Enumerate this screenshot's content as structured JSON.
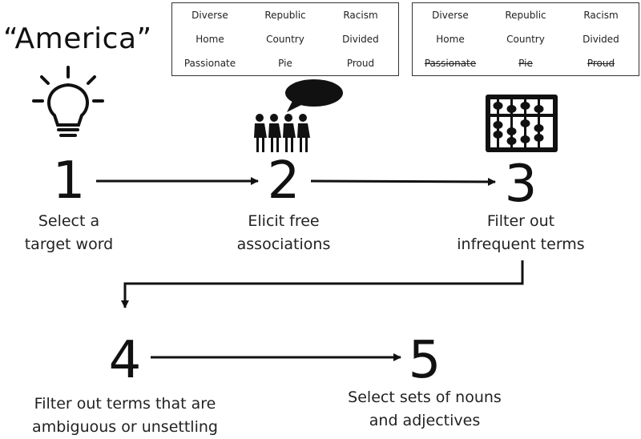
{
  "target_word": "“America”",
  "word_grid_all": [
    "Diverse",
    "Republic",
    "Racism",
    "Home",
    "Country",
    "Divided",
    "Passionate",
    "Pie",
    "Proud"
  ],
  "word_grid_filtered": [
    {
      "text": "Diverse",
      "struck": false
    },
    {
      "text": "Republic",
      "struck": false
    },
    {
      "text": "Racism",
      "struck": false
    },
    {
      "text": "Home",
      "struck": false
    },
    {
      "text": "Country",
      "struck": false
    },
    {
      "text": "Divided",
      "struck": false
    },
    {
      "text": "Passionate",
      "struck": true
    },
    {
      "text": "Pie",
      "struck": true
    },
    {
      "text": "Proud",
      "struck": true
    }
  ],
  "steps": [
    {
      "number": "1",
      "label_line1": "Select a",
      "label_line2": "target word"
    },
    {
      "number": "2",
      "label_line1": "Elicit free",
      "label_line2": "associations"
    },
    {
      "number": "3",
      "label_line1": "Filter out",
      "label_line2": "infrequent terms"
    },
    {
      "number": "4",
      "label_line1": "Filter out terms that are",
      "label_line2": "ambiguous or unsettling"
    },
    {
      "number": "5",
      "label_line1": "Select sets of nouns",
      "label_line2": "and adjectives"
    }
  ],
  "icons": {
    "step1": "lightbulb-icon",
    "step2": "people-speech-bubble-icon",
    "step3": "abacus-icon"
  }
}
